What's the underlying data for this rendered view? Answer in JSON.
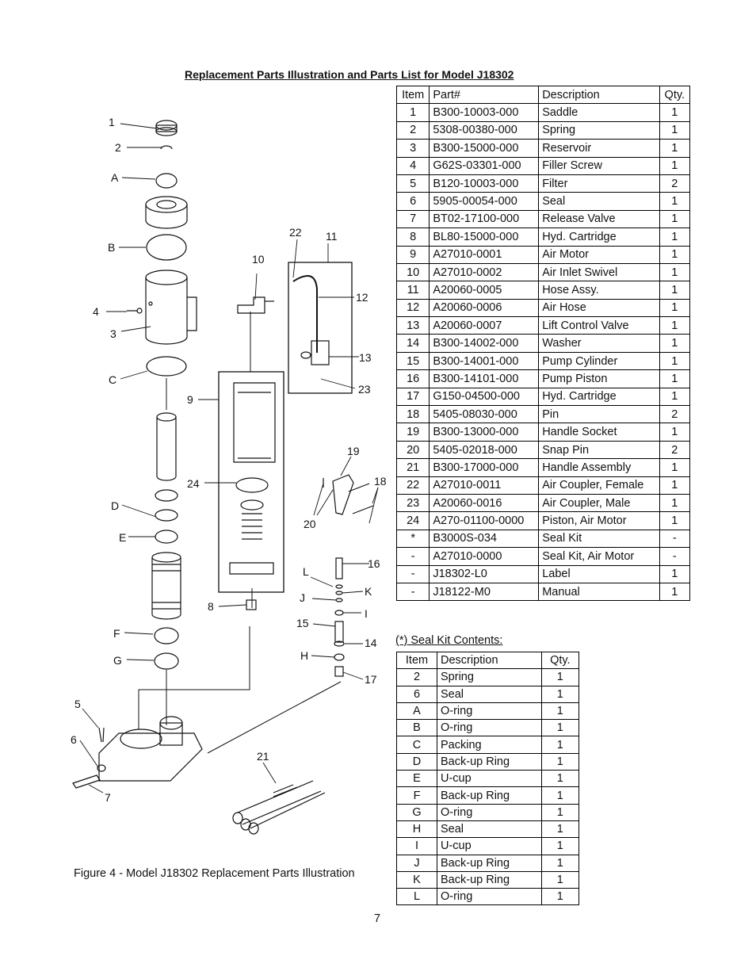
{
  "title": "Replacement Parts Illustration and Parts List for Model J18302",
  "parts_table": {
    "headers": [
      "Item",
      "Part#",
      "Description",
      "Qty."
    ],
    "rows": [
      [
        "1",
        "B300-10003-000",
        "Saddle",
        "1"
      ],
      [
        "2",
        "5308-00380-000",
        "Spring",
        "1"
      ],
      [
        "3",
        "B300-15000-000",
        "Reservoir",
        "1"
      ],
      [
        "4",
        "G62S-03301-000",
        "Filler Screw",
        "1"
      ],
      [
        "5",
        "B120-10003-000",
        "Filter",
        "2"
      ],
      [
        "6",
        "5905-00054-000",
        "Seal",
        "1"
      ],
      [
        "7",
        "BT02-17100-000",
        "Release Valve",
        "1"
      ],
      [
        "8",
        "BL80-15000-000",
        "Hyd. Cartridge",
        "1"
      ],
      [
        "9",
        "A27010-0001",
        "Air Motor",
        "1"
      ],
      [
        "10",
        "A27010-0002",
        "Air Inlet Swivel",
        "1"
      ],
      [
        "11",
        "A20060-0005",
        "Hose Assy.",
        "1"
      ],
      [
        "12",
        "A20060-0006",
        "Air Hose",
        "1"
      ],
      [
        "13",
        "A20060-0007",
        "Lift Control Valve",
        "1"
      ],
      [
        "14",
        "B300-14002-000",
        "Washer",
        "1"
      ],
      [
        "15",
        "B300-14001-000",
        "Pump Cylinder",
        "1"
      ],
      [
        "16",
        "B300-14101-000",
        "Pump Piston",
        "1"
      ],
      [
        "17",
        "G150-04500-000",
        "Hyd. Cartridge",
        "1"
      ],
      [
        "18",
        "5405-08030-000",
        "Pin",
        "2"
      ],
      [
        "19",
        "B300-13000-000",
        "Handle Socket",
        "1"
      ],
      [
        "20",
        "5405-02018-000",
        "Snap Pin",
        "2"
      ],
      [
        "21",
        "B300-17000-000",
        "Handle Assembly",
        "1"
      ],
      [
        "22",
        "A27010-0011",
        "Air Coupler, Female",
        "1"
      ],
      [
        "23",
        "A20060-0016",
        "Air Coupler, Male",
        "1"
      ],
      [
        "24",
        "A270-01100-0000",
        "Piston, Air Motor",
        "1"
      ],
      [
        "*",
        "B3000S-034",
        "Seal Kit",
        "-"
      ],
      [
        "-",
        "A27010-0000",
        "Seal Kit, Air Motor",
        "-"
      ],
      [
        "-",
        "J18302-L0",
        "Label",
        "1"
      ],
      [
        "-",
        "J18122-M0",
        "Manual",
        "1"
      ]
    ]
  },
  "seal_kit": {
    "caption": "(*) Seal Kit Contents:",
    "headers": [
      "Item",
      "Description",
      "Qty."
    ],
    "rows": [
      [
        "2",
        "Spring",
        "1"
      ],
      [
        "6",
        "Seal",
        "1"
      ],
      [
        "A",
        "O-ring",
        "1"
      ],
      [
        "B",
        "O-ring",
        "1"
      ],
      [
        "C",
        "Packing",
        "1"
      ],
      [
        "D",
        "Back-up Ring",
        "1"
      ],
      [
        "E",
        "U-cup",
        "1"
      ],
      [
        "F",
        "Back-up Ring",
        "1"
      ],
      [
        "G",
        "O-ring",
        "1"
      ],
      [
        "H",
        "Seal",
        "1"
      ],
      [
        "I",
        "U-cup",
        "1"
      ],
      [
        "J",
        "Back-up Ring",
        "1"
      ],
      [
        "K",
        "Back-up Ring",
        "1"
      ],
      [
        "L",
        "O-ring",
        "1"
      ]
    ]
  },
  "figure": {
    "caption": "Figure 4 - Model J18302 Replacement Parts Illustration",
    "callouts": [
      "1",
      "2",
      "A",
      "B",
      "4",
      "3",
      "C",
      "9",
      "24",
      "D",
      "E",
      "8",
      "F",
      "G",
      "5",
      "6",
      "7",
      "10",
      "22",
      "11",
      "12",
      "13",
      "23",
      "19",
      "18",
      "20",
      "L",
      "J",
      "16",
      "K",
      "I",
      "15",
      "14",
      "H",
      "17",
      "21"
    ]
  },
  "page_number": "7"
}
